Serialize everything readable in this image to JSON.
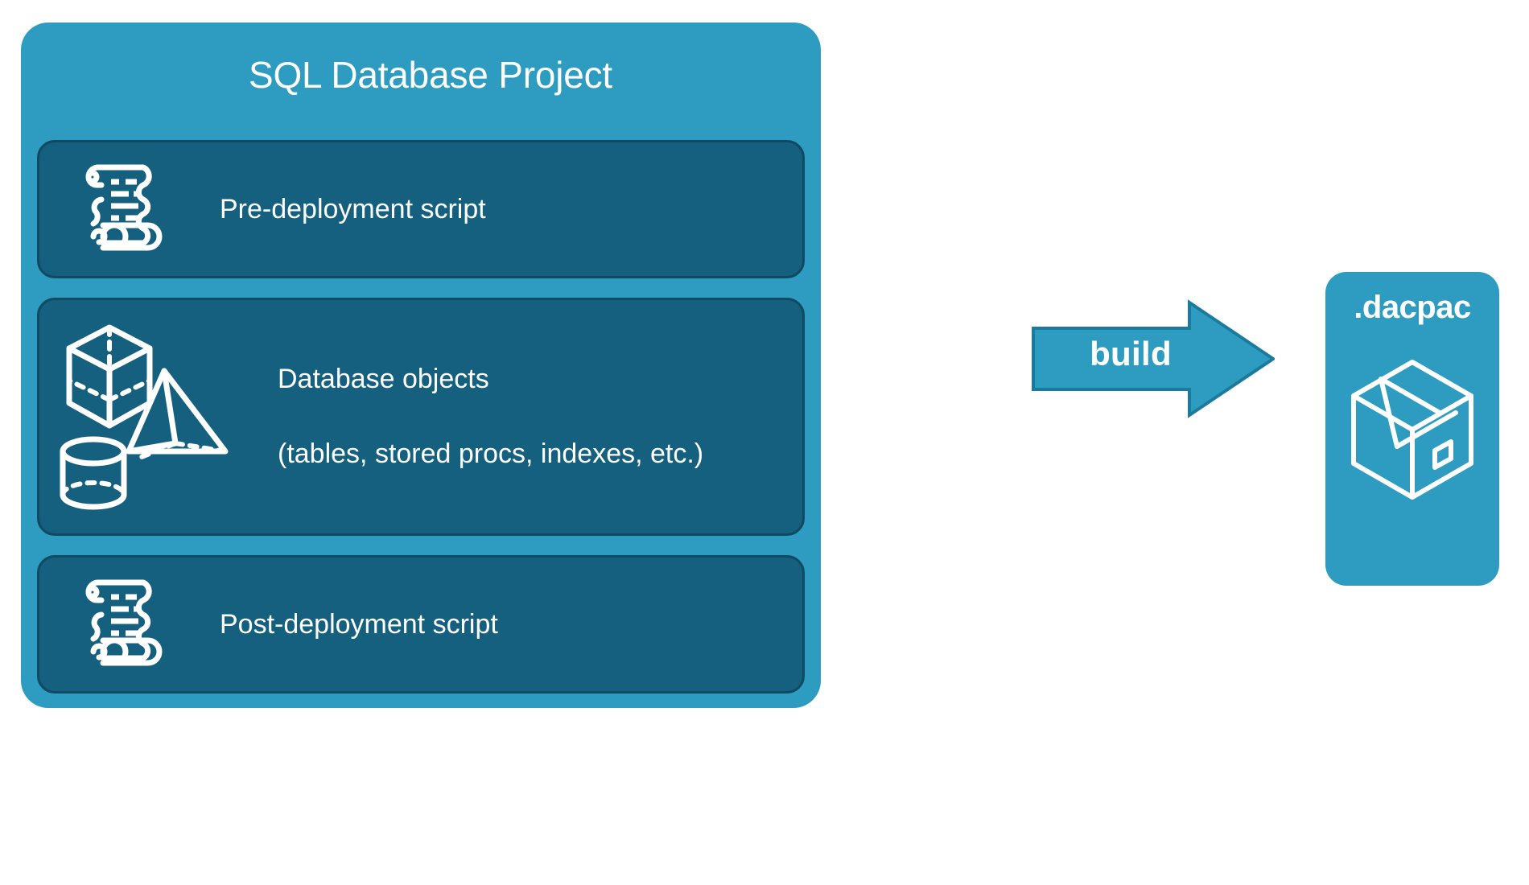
{
  "diagram": {
    "title": "SQL Database Project",
    "background": "#ffffff",
    "colors": {
      "container_teal": "#2d9cc0",
      "card_dark_blue": "#15607f",
      "card_border": "#0f4a63",
      "arrow_fill": "#2d9cc0",
      "arrow_outline": "#1c7b9c",
      "icon_white": "#ffffff",
      "text_white": "#ffffff"
    }
  },
  "project": {
    "title": "SQL Database Project",
    "cards": [
      {
        "id": "pre-deployment",
        "label": "Pre-deployment script",
        "icon": "scroll-icon"
      },
      {
        "id": "database-objects",
        "label": "Database objects\n(tables, stored procs, indexes, etc.)",
        "line1": "Database objects",
        "line2": "(tables, stored procs, indexes, etc.)",
        "icons": [
          "cube-icon",
          "pyramid-icon",
          "cylinder-icon"
        ]
      },
      {
        "id": "post-deployment",
        "label": "Post-deployment script",
        "icon": "scroll-icon"
      }
    ]
  },
  "arrow": {
    "label": "build",
    "direction": "right",
    "from": "SQL Database Project",
    "to": ".dacpac"
  },
  "output": {
    "label": ".dacpac",
    "icon": "package-box-icon"
  }
}
